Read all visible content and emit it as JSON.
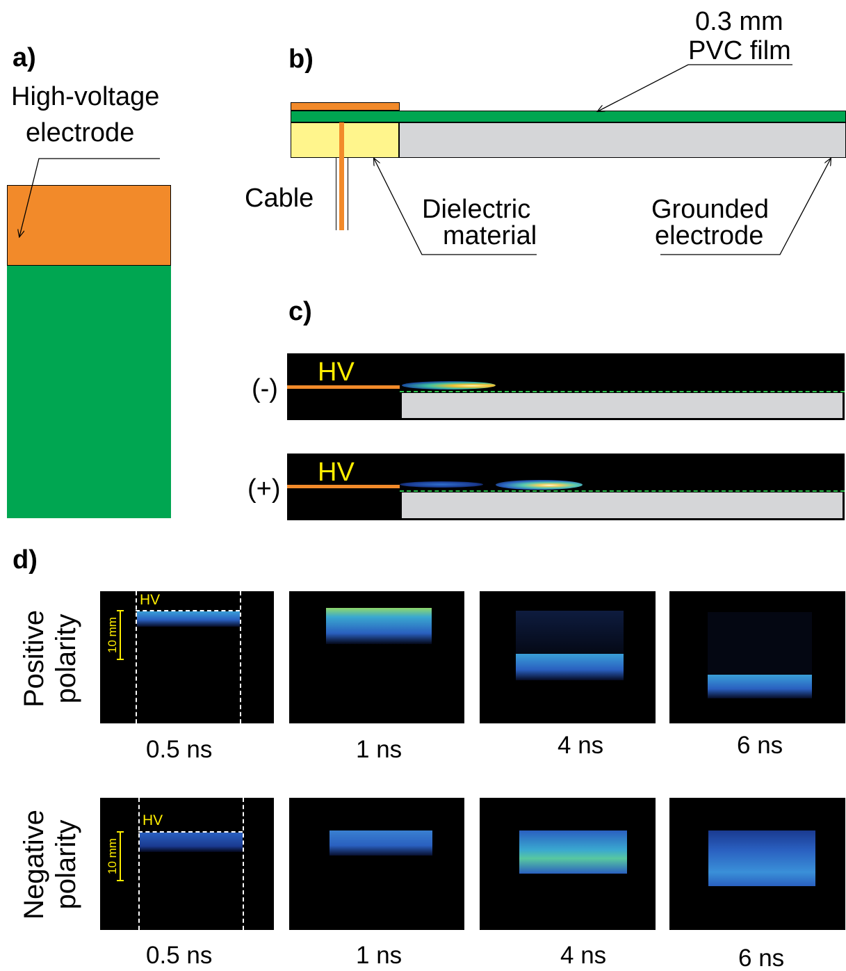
{
  "panels": {
    "a": "a)",
    "b": "b)",
    "c": "c)",
    "d": "d)"
  },
  "panel_a": {
    "label_line1": "High-voltage",
    "label_line2": "electrode"
  },
  "panel_b": {
    "film_line1": "0.3 mm",
    "film_line2": "PVC film",
    "cable": "Cable",
    "dielectric_line1": "Dielectric",
    "dielectric_line2": "material",
    "grounded_line1": "Grounded",
    "grounded_line2": "electrode"
  },
  "panel_c": {
    "neg_polarity": "(-)",
    "pos_polarity": "(+)",
    "hv": "HV"
  },
  "panel_d": {
    "row1_line1": "Positive",
    "row1_line2": "polarity",
    "row2_line1": "Negative",
    "row2_line2": "polarity",
    "hv": "HV",
    "scale": "10 mm",
    "row1_times": [
      "0.5 ns",
      "1 ns",
      "4 ns",
      "6 ns"
    ],
    "row2_times": [
      "0.5 ns",
      "1 ns",
      "4 ns",
      "6 ns"
    ]
  },
  "colors": {
    "electrode_orange": "#f28a2a",
    "film_green": "#00a651",
    "dielectric_yellow": "#fff58c",
    "ground_gray": "#d5d6d8",
    "hv_yellow": "#ffee00",
    "guide_green": "#2ec44f"
  }
}
